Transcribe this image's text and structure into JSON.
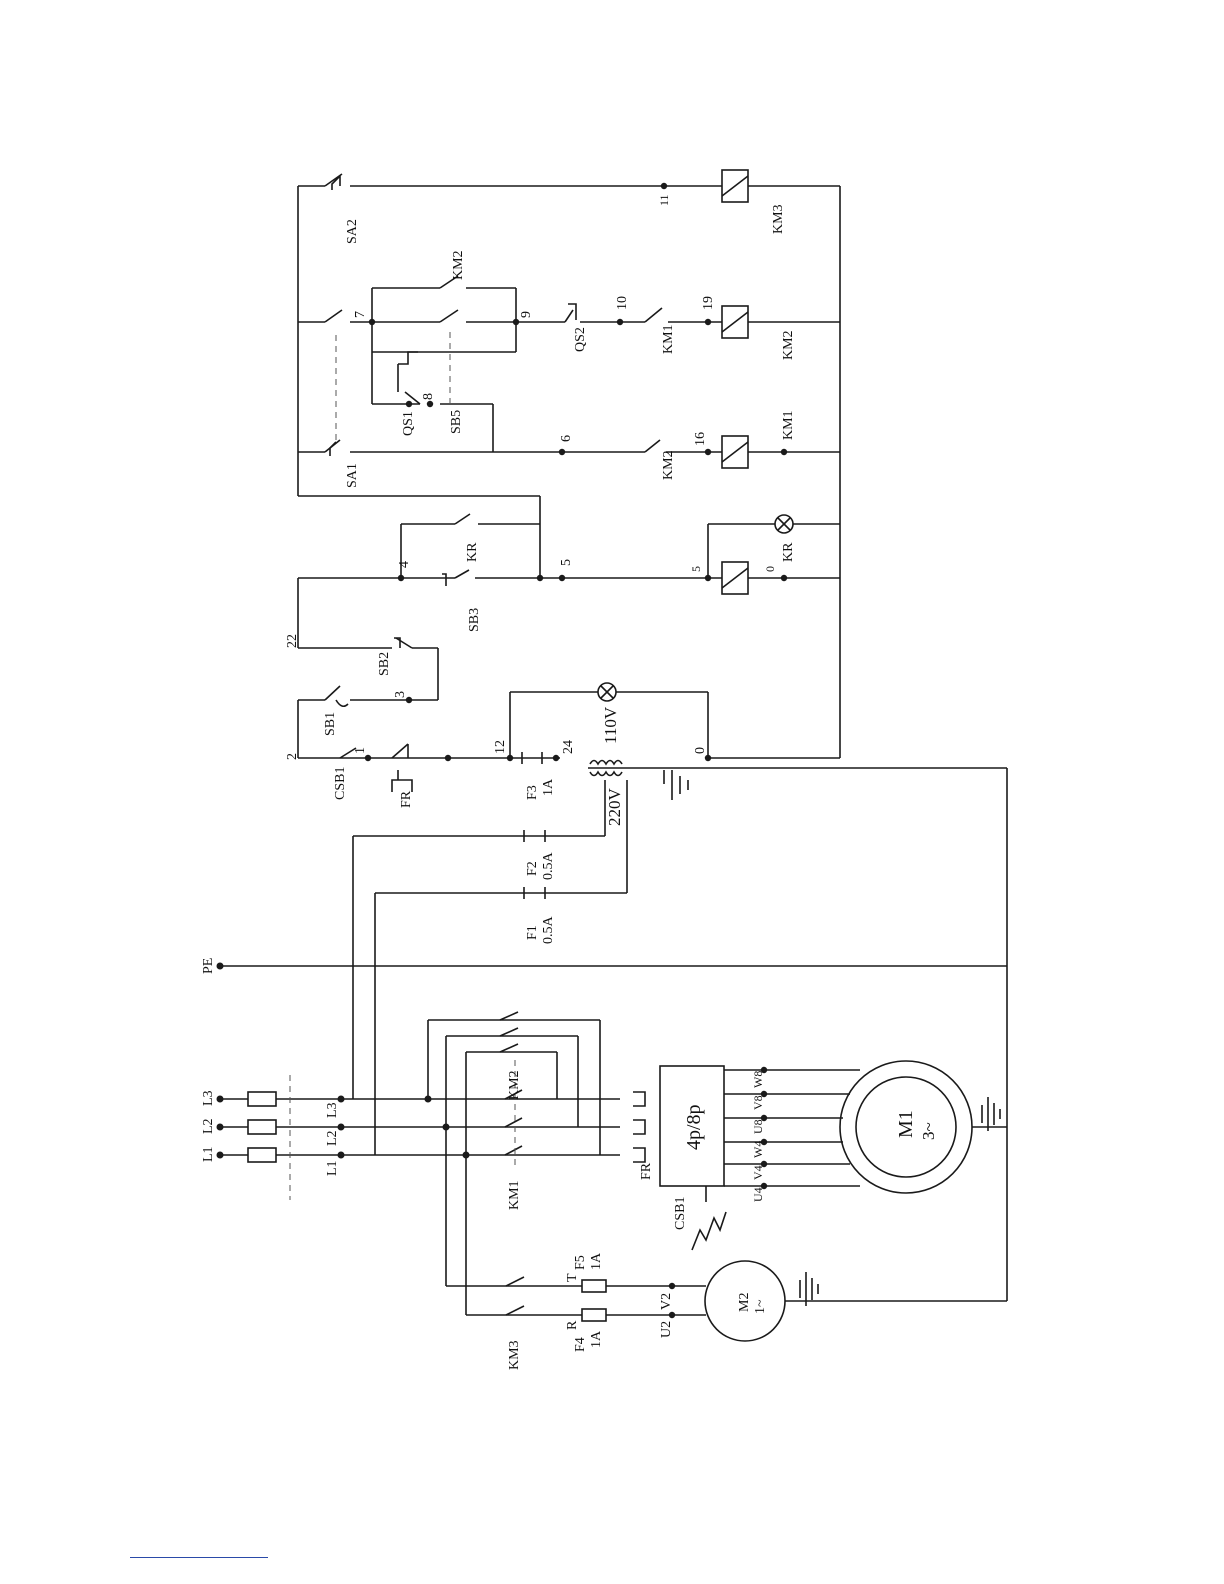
{
  "labels": {
    "l1": "L1",
    "l2": "L2",
    "l3": "L3",
    "pe": "PE",
    "l1b": "L1",
    "l2b": "L2",
    "l3b": "L3",
    "km1": "KM1",
    "km2": "KM2",
    "km3": "KM3",
    "fr_power": "FR",
    "converter": "4p/8p",
    "csb1_power": "CSB1",
    "m1": "M1",
    "m1_phase": "3~",
    "m2": "M2",
    "m2_phase": "1~",
    "u4": "U4",
    "v4": "V4",
    "w4": "W4",
    "u8": "U8",
    "v8": "V8",
    "w8": "W8",
    "u2": "U2",
    "v2": "V2",
    "f4": "F4",
    "f4_rating": "1A",
    "f4_phase": "R",
    "f5": "F5",
    "f5_rating": "1A",
    "f5_phase": "T",
    "f1": "F1",
    "f1_rating": "0.5A",
    "f2": "F2",
    "f2_rating": "0.5A",
    "f3": "F3",
    "f3_rating": "1A",
    "v220": "220V",
    "v110": "110V",
    "csb1": "CSB1",
    "fr": "FR",
    "sb1": "SB1",
    "sb2": "SB2",
    "sb3": "SB3",
    "kr_contact": "KR",
    "kr_coil": "KR",
    "sa1": "SA1",
    "sa2": "SA2",
    "qs1": "QS1",
    "qs2": "QS2",
    "sb5": "SB5",
    "km2_contact_a": "KM2",
    "km2_contact_b": "KM2",
    "km1_contact": "KM1",
    "km1_coil": "KM1",
    "km2_coil": "KM2",
    "km3_coil": "KM3",
    "n0a": "0",
    "n0b": "0",
    "n1": "1",
    "n2": "2",
    "n3": "3",
    "n4": "4",
    "n5a": "5",
    "n5b": "5",
    "n6": "6",
    "n7": "7",
    "n8": "8",
    "n9": "9",
    "n10": "10",
    "n11": "11",
    "n12": "12",
    "n16": "16",
    "n19": "19",
    "n22": "22",
    "n24": "24"
  }
}
